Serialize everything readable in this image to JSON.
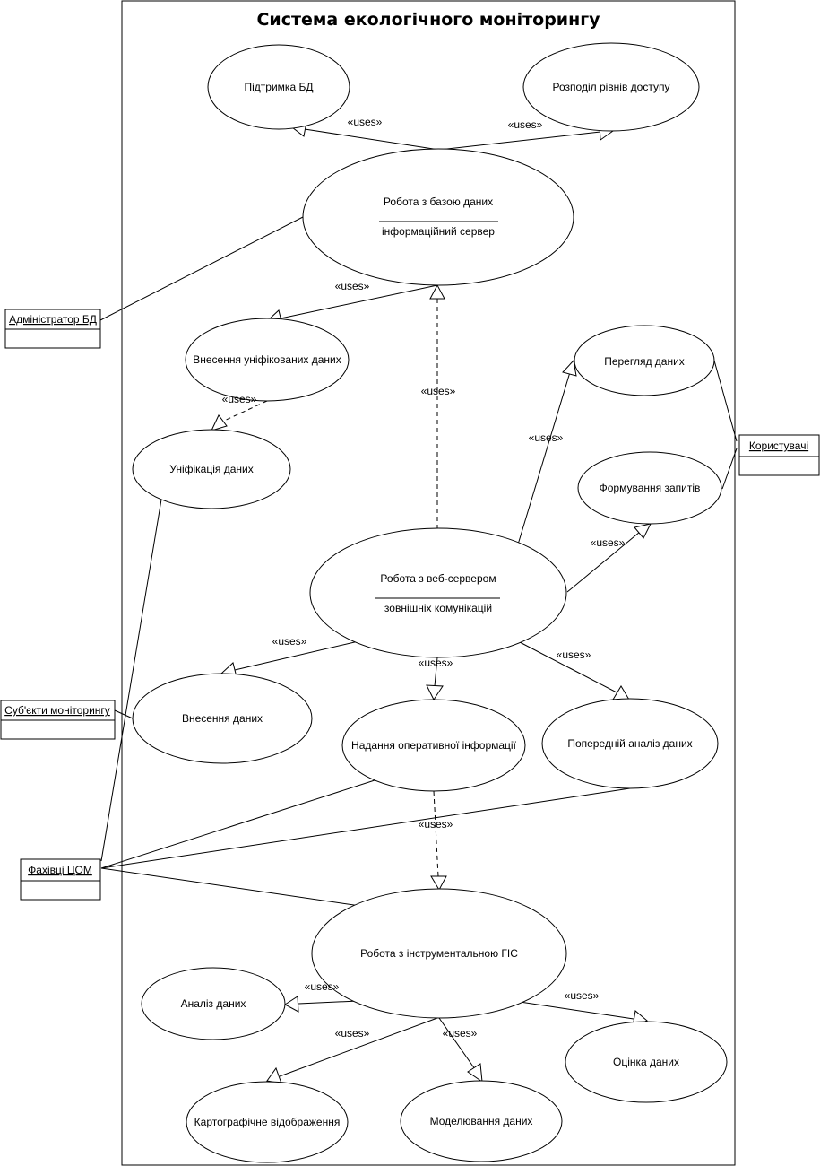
{
  "diagram": {
    "title": "Система екологічного моніторингу",
    "actors": {
      "admin": "Адміністратор БД",
      "users": "Користувачі",
      "subjects": "Суб'єкти моніторингу",
      "experts": "Фахівці ЦОМ"
    },
    "use_cases": {
      "db_support": "Підтримка БД",
      "access_levels": "Розподіл рівнів доступу",
      "db_work": "Робота з базою даних",
      "db_work_sub": "інформаційний сервер",
      "unified_input": "Внесення уніфікованих даних",
      "unification": "Уніфікація даних",
      "view_data": "Перегляд даних",
      "queries": "Формування запитів",
      "web_work": "Робота з веб-сервером",
      "web_work_sub": "зовнішніх комунікацій",
      "data_input": "Внесення даних",
      "operative_info": "Надання оперативної інформації",
      "prelim_analysis": "Попередній аналіз даних",
      "gis_work": "Робота з інструментальною ГІС",
      "analysis": "Аналіз даних",
      "evaluation": "Оцінка даних",
      "cartography": "Картографічне відображення",
      "modeling": "Моделювання даних"
    },
    "relation_label": "«uses»"
  }
}
